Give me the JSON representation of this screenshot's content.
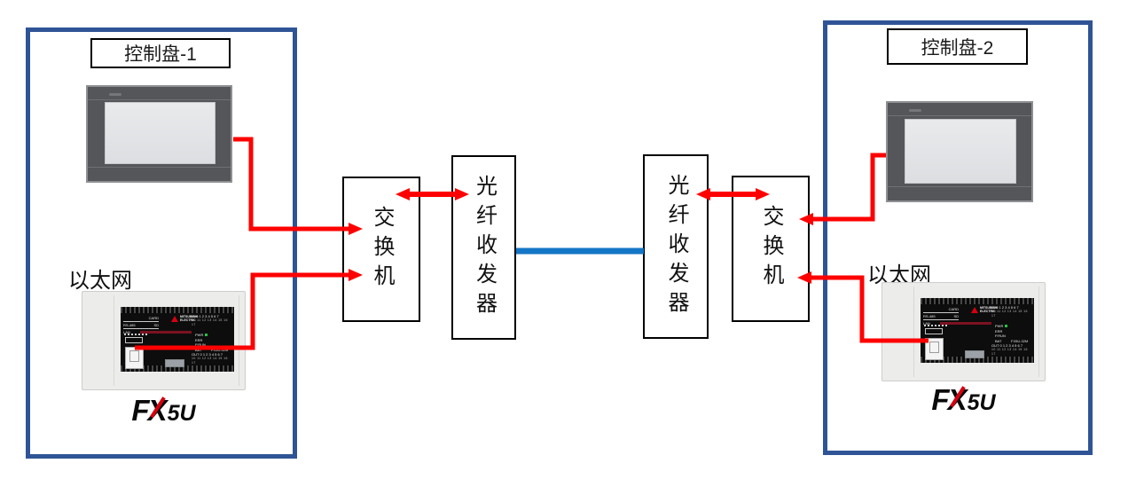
{
  "colors": {
    "panel_border": "#2f5496",
    "wire_red": "#ff0000",
    "fiber_blue": "#1476c6",
    "box_border": "#000000",
    "hmi_bezel": "#545659",
    "hmi_screen": "#e2e3e5",
    "plc_face": "#0d0d0d",
    "led_green": "#24c341",
    "logo_red": "#d6000f"
  },
  "panel1": {
    "title": "控制盘-1",
    "ethernet_label": "以太网"
  },
  "panel2": {
    "title": "控制盘-2",
    "ethernet_label": "以太网"
  },
  "nodes": {
    "switch_left": "交换机",
    "transceiver_left": "光纤收发器",
    "transceiver_right": "光纤收发器",
    "switch_right": "交换机"
  },
  "plc_logo": {
    "f": "F",
    "x": "X",
    "suffix": "5U"
  },
  "plc_face": {
    "card": "CARD",
    "rs485": "RS-485",
    "sd": "SD",
    "lan": "LAN",
    "sdrd": "SD/RD",
    "brand_line1": "MITSUBISHI",
    "brand_line2": "ELECTRIC",
    "in_row": "IN 0 1 2 3 4 5 6 7",
    "in_row2": "10 11 12 13 14 15 16 17",
    "out_row": "OUT 0 1 2 3 4 5 6 7",
    "out_row2": "10 11 12 13 14 15 16 17",
    "pwr": "PWR",
    "err": "ERR",
    "prun": "P.RUN",
    "bat": "BAT",
    "model": "FX5U-32M"
  }
}
